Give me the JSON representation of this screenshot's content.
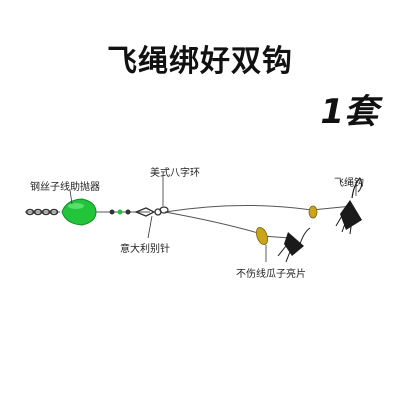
{
  "title": "飞绳绑好双钩",
  "set_label": "1套",
  "labels": {
    "wire_thrower": "钢丝子线助抛器",
    "swivel_8": "美式八字环",
    "safety_pin": "意大利别针",
    "fly_hook": "飞绳钩",
    "spoon_blade": "不伤线瓜子亮片"
  },
  "colors": {
    "float_green": "#22c43a",
    "spoon_gold": "#c9a51a",
    "wire": "#555555",
    "feather": "#1a1a1a"
  }
}
